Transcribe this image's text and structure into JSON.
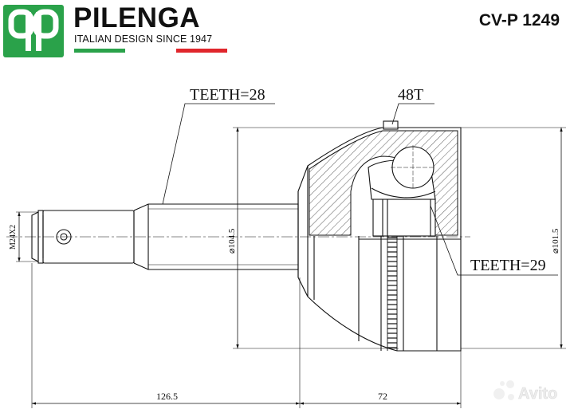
{
  "brand": {
    "logo_text": "qp",
    "name": "PILENGA",
    "tagline": "ITALIAN DESIGN SINCE 1947",
    "flag_colors": [
      "#2aa24a",
      "#ffffff",
      "#e0262c"
    ],
    "logo_color": "#2aa24a"
  },
  "part_number": "CV-P 1249",
  "drawing": {
    "label_teeth_outer": "TEETH=28",
    "label_abs_ring": "48T",
    "label_teeth_inner": "TEETH=29",
    "thread": "M24X2",
    "dim_body_diameter": "⌀104.5",
    "dim_housing_diameter": "⌀101.5",
    "dim_shaft_length": "126.5",
    "dim_housing_length": "72"
  },
  "watermark": {
    "text": "Avito",
    "icon": "avito-dots-icon"
  }
}
